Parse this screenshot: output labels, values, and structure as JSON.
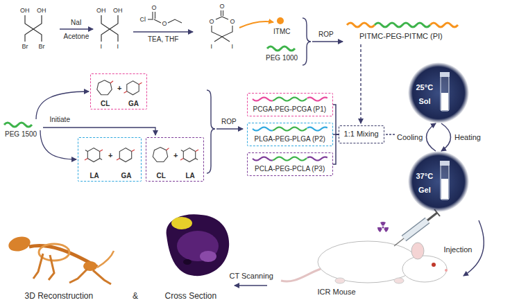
{
  "diagram": {
    "nodes": [
      {
        "text": [
          "CL",
          "+",
          "GA"
        ]
      },
      {
        "text": [
          "LA",
          "+",
          "GA"
        ]
      },
      {
        "text": [
          "CL",
          "+",
          "LA"
        ]
      },
      {
        "text": [
          "PCGA-PEG-PCGA (P1)"
        ]
      },
      {
        "text": [
          "PLGA-PEG-PLGA (P2)"
        ]
      },
      {
        "text": [
          "PCLA-PEG-PCLA (P3)"
        ]
      },
      {
        "text": [
          "1:1 Mixing"
        ]
      },
      {
        "text": [
          "25°C",
          "Sol"
        ]
      },
      {
        "text": [
          "37°C",
          "Gel"
        ]
      }
    ],
    "edges": [
      {
        "from": 3,
        "to": 6,
        "arrow": "none"
      },
      {
        "from": 4,
        "to": 6,
        "arrow": "none"
      },
      {
        "from": 5,
        "to": 6,
        "arrow": "none"
      },
      {
        "from": 7,
        "to": 8,
        "label": "Heating",
        "arrow": "to"
      },
      {
        "from": 8,
        "to": 7,
        "label": "Cooling",
        "arrow": "to"
      }
    ],
    "labels": [
      "OH",
      "OH",
      "Br",
      "Br",
      "NaI",
      "Acetone",
      "OH",
      "OH",
      "I",
      "I",
      "O",
      "Cl",
      "O",
      "TEA, THF",
      "O",
      "O",
      "O",
      "I",
      "I",
      "ITMC",
      "PEG 1000",
      "ROP",
      "PITMC-PEG-PITMC (PI)",
      "PEG 1500",
      "Initiate",
      "ROP",
      "Injection",
      "ICR Mouse",
      "CT Scanning",
      "3D Reconstruction",
      "&",
      "Cross Section"
    ]
  }
}
